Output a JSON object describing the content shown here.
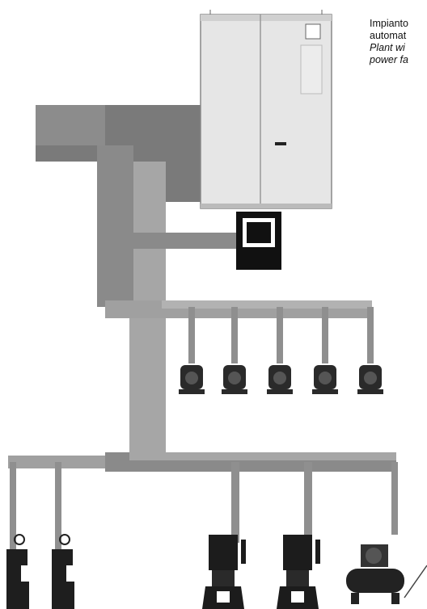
{
  "caption": {
    "line1": "Impianto",
    "line2": "automat",
    "line3": "Plant wi",
    "line4": "power fa"
  },
  "colors": {
    "duct_dark": "#7a7a7a",
    "duct_light": "#a6a6a6",
    "cabinet": "#e6e6e6",
    "machine": "#222222"
  },
  "icons": {
    "cabinet": "electrical-cabinet-icon",
    "control_unit": "control-unit-icon",
    "fan": "fan-unit-icon",
    "machine": "machine-icon",
    "compressor": "compressor-icon"
  }
}
